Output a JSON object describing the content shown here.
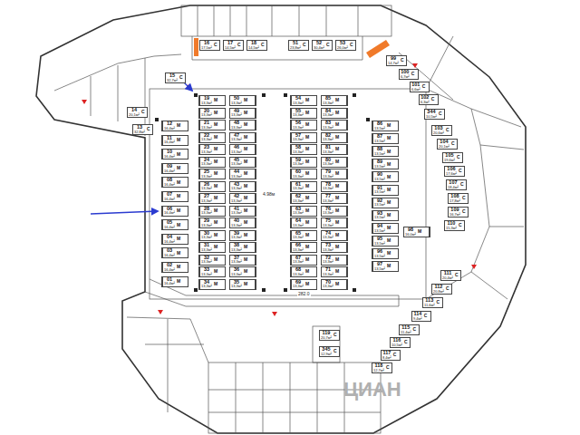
{
  "diagram": {
    "nodes": [
      {
        "text": [
          "16",
          "17,5м²",
          "С"
        ]
      },
      {
        "text": [
          "17",
          "14,5м²",
          "С"
        ]
      },
      {
        "text": [
          "18",
          "14,5м²",
          "С"
        ]
      },
      {
        "text": [
          "51",
          "23,8м²",
          "С"
        ]
      },
      {
        "text": [
          "52",
          "30,4м²",
          "С"
        ]
      },
      {
        "text": [
          "53",
          "26,0м²",
          "С"
        ]
      },
      {
        "text": [
          "99",
          "14,7м²",
          "С"
        ]
      },
      {
        "text": [
          "15",
          "32,7м²",
          "С"
        ]
      },
      {
        "text": [
          "14",
          "20,1м²",
          "С"
        ]
      },
      {
        "text": [
          "13",
          "32,8м²",
          "С"
        ]
      },
      {
        "text": [
          "12",
          "16,4м²",
          "М"
        ]
      },
      {
        "text": [
          "11",
          "16,4м²",
          "М"
        ]
      },
      {
        "text": [
          "10",
          "16,4м²",
          "М"
        ]
      },
      {
        "text": [
          "09",
          "16,4м²",
          "М"
        ]
      },
      {
        "text": [
          "08",
          "16,4м²",
          "М"
        ]
      },
      {
        "text": [
          "07",
          "16,4м²",
          "М"
        ]
      },
      {
        "text": [
          "06",
          "16,4м²",
          "М"
        ]
      },
      {
        "text": [
          "05",
          "16,4м²",
          "М"
        ]
      },
      {
        "text": [
          "04",
          "16,4м²",
          "М"
        ]
      },
      {
        "text": [
          "03",
          "16,4м²",
          "М"
        ]
      },
      {
        "text": [
          "02",
          "16,4м²",
          "М"
        ]
      },
      {
        "text": [
          "01",
          "16,4м²",
          "М"
        ]
      },
      {
        "text": [
          "19",
          "13,3м²",
          "М"
        ]
      },
      {
        "text": [
          "20",
          "13,3м²",
          "М"
        ]
      },
      {
        "text": [
          "21",
          "13,3м²",
          "М"
        ]
      },
      {
        "text": [
          "22",
          "13,3м²",
          "М"
        ]
      },
      {
        "text": [
          "23",
          "13,3м²",
          "М"
        ]
      },
      {
        "text": [
          "24",
          "13,3м²",
          "М"
        ]
      },
      {
        "text": [
          "25",
          "13,3м²",
          "М"
        ]
      },
      {
        "text": [
          "26",
          "13,3м²",
          "М"
        ]
      },
      {
        "text": [
          "27",
          "13,3м²",
          "М"
        ]
      },
      {
        "text": [
          "28",
          "13,3м²",
          "М"
        ]
      },
      {
        "text": [
          "29",
          "13,3м²",
          "М"
        ]
      },
      {
        "text": [
          "30",
          "13,3м²",
          "М"
        ]
      },
      {
        "text": [
          "31",
          "13,3м²",
          "М"
        ]
      },
      {
        "text": [
          "32",
          "13,3м²",
          "М"
        ]
      },
      {
        "text": [
          "33",
          "13,3м²",
          "М"
        ]
      },
      {
        "text": [
          "34",
          "13,3м²",
          "М"
        ]
      },
      {
        "text": [
          "50",
          "13,3м²",
          "М"
        ]
      },
      {
        "text": [
          "49",
          "13,3м²",
          "М"
        ]
      },
      {
        "text": [
          "48",
          "13,3м²",
          "М"
        ]
      },
      {
        "text": [
          "47",
          "13,3м²",
          "М"
        ]
      },
      {
        "text": [
          "46",
          "13,3м²",
          "М"
        ]
      },
      {
        "text": [
          "45",
          "13,3м²",
          "М"
        ]
      },
      {
        "text": [
          "44",
          "13,3м²",
          "М"
        ]
      },
      {
        "text": [
          "43",
          "13,3м²",
          "М"
        ]
      },
      {
        "text": [
          "42",
          "13,3м²",
          "М"
        ]
      },
      {
        "text": [
          "41",
          "13,3м²",
          "М"
        ]
      },
      {
        "text": [
          "40",
          "13,3м²",
          "М"
        ]
      },
      {
        "text": [
          "39",
          "13,3м²",
          "М"
        ]
      },
      {
        "text": [
          "38",
          "13,3м²",
          "М"
        ]
      },
      {
        "text": [
          "37",
          "13,3м²",
          "М"
        ]
      },
      {
        "text": [
          "36",
          "13,3м²",
          "М"
        ]
      },
      {
        "text": [
          "35",
          "13,3м²",
          "М"
        ]
      },
      {
        "text": [
          "54",
          "13,3м²",
          "М"
        ]
      },
      {
        "text": [
          "55",
          "13,3м²",
          "М"
        ]
      },
      {
        "text": [
          "56",
          "13,3м²",
          "М"
        ]
      },
      {
        "text": [
          "57",
          "13,3м²",
          "М"
        ]
      },
      {
        "text": [
          "58",
          "13,3м²",
          "М"
        ]
      },
      {
        "text": [
          "59",
          "13,3м²",
          "М"
        ]
      },
      {
        "text": [
          "60",
          "13,3м²",
          "М"
        ]
      },
      {
        "text": [
          "61",
          "13,3м²",
          "М"
        ]
      },
      {
        "text": [
          "62",
          "13,3м²",
          "М"
        ]
      },
      {
        "text": [
          "63",
          "13,3м²",
          "М"
        ]
      },
      {
        "text": [
          "64",
          "13,3м²",
          "М"
        ]
      },
      {
        "text": [
          "65",
          "13,3м²",
          "М"
        ]
      },
      {
        "text": [
          "66",
          "13,3м²",
          "М"
        ]
      },
      {
        "text": [
          "67",
          "13,3м²",
          "М"
        ]
      },
      {
        "text": [
          "68",
          "13,3м²",
          "М"
        ]
      },
      {
        "text": [
          "69",
          "13,3м²",
          "М"
        ]
      },
      {
        "text": [
          "85",
          "13,3м²",
          "М"
        ]
      },
      {
        "text": [
          "84",
          "13,3м²",
          "М"
        ]
      },
      {
        "text": [
          "83",
          "13,3м²",
          "М"
        ]
      },
      {
        "text": [
          "82",
          "13,3м²",
          "М"
        ]
      },
      {
        "text": [
          "81",
          "13,3м²",
          "М"
        ]
      },
      {
        "text": [
          "80",
          "13,3м²",
          "М"
        ]
      },
      {
        "text": [
          "79",
          "13,3м²",
          "М"
        ]
      },
      {
        "text": [
          "78",
          "13,3м²",
          "М"
        ]
      },
      {
        "text": [
          "77",
          "13,3м²",
          "М"
        ]
      },
      {
        "text": [
          "76",
          "13,3м²",
          "М"
        ]
      },
      {
        "text": [
          "75",
          "13,3м²",
          "М"
        ]
      },
      {
        "text": [
          "74",
          "13,3м²",
          "М"
        ]
      },
      {
        "text": [
          "73",
          "13,3м²",
          "М"
        ]
      },
      {
        "text": [
          "72",
          "13,3м²",
          "М"
        ]
      },
      {
        "text": [
          "71",
          "13,3м²",
          "М"
        ]
      },
      {
        "text": [
          "70",
          "13,3м²",
          "М"
        ]
      },
      {
        "text": [
          "86",
          "13,5м²",
          "М"
        ]
      },
      {
        "text": [
          "87",
          "13,5м²",
          "М"
        ]
      },
      {
        "text": [
          "88",
          "13,5м²",
          "М"
        ]
      },
      {
        "text": [
          "89",
          "13,5м²",
          "М"
        ]
      },
      {
        "text": [
          "90",
          "13,5м²",
          "М"
        ]
      },
      {
        "text": [
          "91",
          "13,5м²",
          "М"
        ]
      },
      {
        "text": [
          "92",
          "13,5м²",
          "М"
        ]
      },
      {
        "text": [
          "93",
          "13,5м²",
          "М"
        ]
      },
      {
        "text": [
          "94",
          "13,5м²",
          "М"
        ]
      },
      {
        "text": [
          "95",
          "13,5м²",
          "М"
        ]
      },
      {
        "text": [
          "96",
          "13,5м²",
          "М"
        ]
      },
      {
        "text": [
          "97",
          "13,5м²",
          "М"
        ]
      },
      {
        "text": [
          "98",
          "16,0м²",
          "М"
        ]
      },
      {
        "text": [
          "100",
          "6,7м²",
          "С"
        ]
      },
      {
        "text": [
          "101",
          "6,6м²",
          "С"
        ]
      },
      {
        "text": [
          "102",
          "6,3м²",
          "С"
        ]
      },
      {
        "text": [
          "344",
          "10,5м²",
          "С"
        ]
      },
      {
        "text": [
          "103",
          "20,6м²",
          "С"
        ]
      },
      {
        "text": [
          "104",
          "20,1м²",
          "С"
        ]
      },
      {
        "text": [
          "105",
          "19,6м²",
          "С"
        ]
      },
      {
        "text": [
          "106",
          "17,6м²",
          "С"
        ]
      },
      {
        "text": [
          "107",
          "18,4м²",
          "С"
        ]
      },
      {
        "text": [
          "108",
          "17,8м²",
          "С"
        ]
      },
      {
        "text": [
          "109",
          "16,7м²",
          "С"
        ]
      },
      {
        "text": [
          "110",
          "15,3м²",
          "С"
        ]
      },
      {
        "text": [
          "111",
          "20,4м²",
          "С"
        ]
      },
      {
        "text": [
          "112",
          "20,8м²",
          "С"
        ]
      },
      {
        "text": [
          "113",
          "11,6м²",
          "С"
        ]
      },
      {
        "text": [
          "114",
          "9,4м²",
          "С"
        ]
      },
      {
        "text": [
          "115",
          "11,4м²",
          "С"
        ]
      },
      {
        "text": [
          "116",
          "10,5м²",
          "С"
        ]
      },
      {
        "text": [
          "117",
          "8,4м²",
          "С"
        ]
      },
      {
        "text": [
          "118",
          "12,7м²",
          "С"
        ]
      },
      {
        "text": [
          "119",
          "20,7м²",
          "С"
        ]
      },
      {
        "text": [
          "345",
          "12,9м²",
          "С"
        ]
      }
    ],
    "labels": [
      "4.98м",
      "282.0",
      "ЦИАН"
    ]
  }
}
